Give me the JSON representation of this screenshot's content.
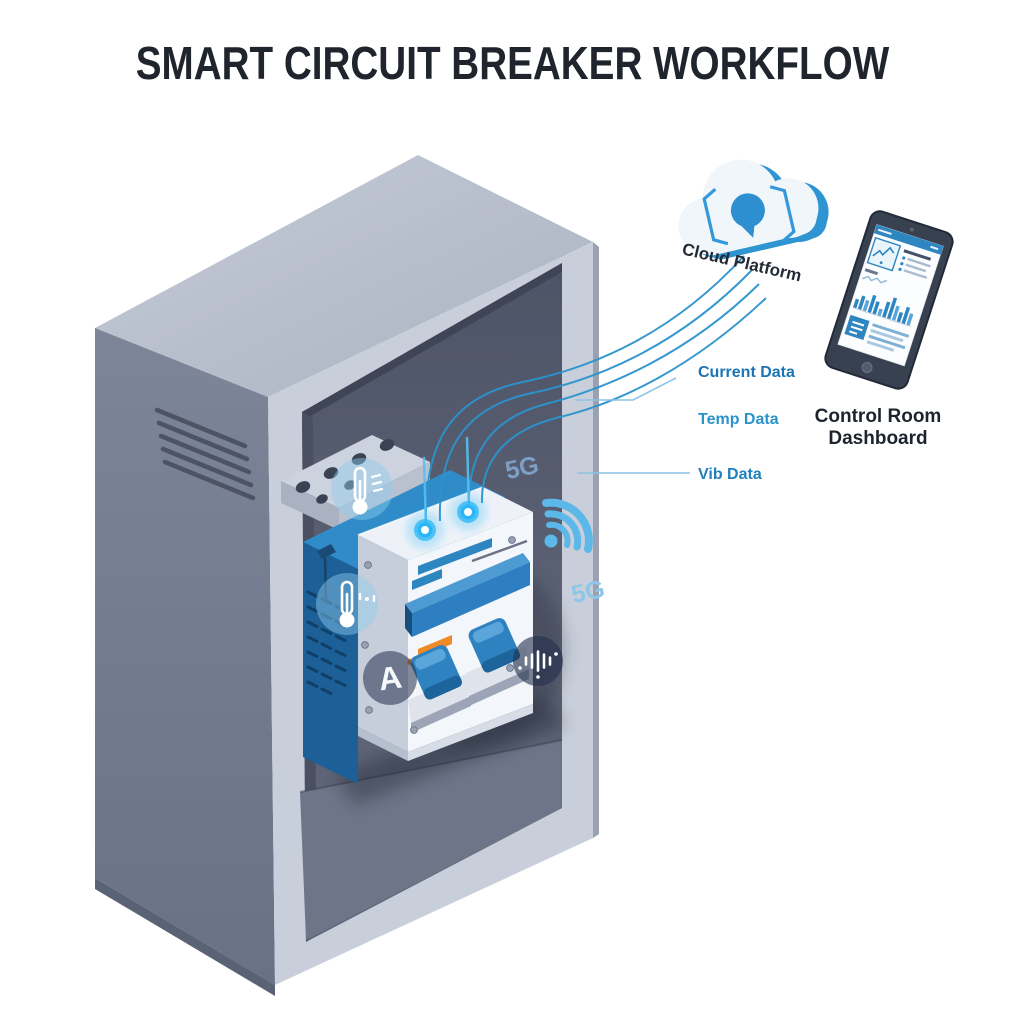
{
  "title": "SMART CIRCUIT BREAKER WORKFLOW",
  "cloud": {
    "label": "Cloud Platform",
    "icon": "cloud-sync-icon"
  },
  "network": {
    "tag_inside": "5G",
    "tag_outside": "5G",
    "wifi_icon": "wifi-signal-icon"
  },
  "streams": {
    "current": {
      "label": "Current Data",
      "color": "#1c74b4"
    },
    "temp": {
      "label": "Temp Data",
      "color": "#2b92ca"
    },
    "vib": {
      "label": "Vib Data",
      "color": "#2181bd"
    }
  },
  "breaker": {
    "amp_badge": "A",
    "badge_icons": [
      "thermometer-icon",
      "thermometer-icon",
      "ampere-badge",
      "vibration-icon"
    ],
    "led_indicators": 2
  },
  "dashboard": {
    "label_line1": "Control Room",
    "label_line2": "Dashboard",
    "chart_bars": [
      9,
      14,
      11,
      18,
      13,
      7,
      16,
      22,
      15,
      10,
      17,
      12
    ]
  },
  "colors": {
    "accent_blue": "#2e86c1",
    "glow_cyan": "#4fc3f7",
    "curve_blue": "#2b93cd",
    "cabinet_top": "#b9c0cd",
    "cabinet_side": "#747c90",
    "cabinet_frame": "#c9cfda",
    "cabinet_interior": "#585e70",
    "title_color": "#20242c"
  }
}
